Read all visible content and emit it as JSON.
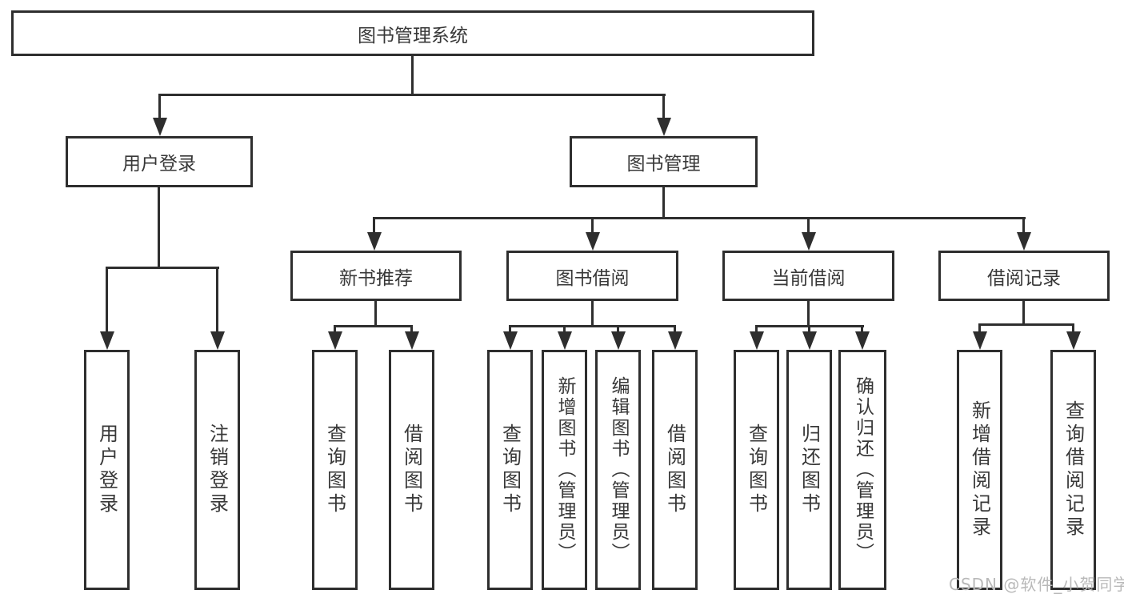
{
  "tree": {
    "label": "图书管理系统",
    "children": [
      {
        "label": "用户登录",
        "children": [
          {
            "label": "用户登录"
          },
          {
            "label": "注销登录"
          }
        ]
      },
      {
        "label": "图书管理",
        "children": [
          {
            "label": "新书推荐",
            "children": [
              {
                "label": "查询图书"
              },
              {
                "label": "借阅图书"
              }
            ]
          },
          {
            "label": "图书借阅",
            "children": [
              {
                "label": "查询图书"
              },
              {
                "label": "新增图书（管理员）"
              },
              {
                "label": "编辑图书（管理员）"
              },
              {
                "label": "借阅图书"
              }
            ]
          },
          {
            "label": "当前借阅",
            "children": [
              {
                "label": "查询图书"
              },
              {
                "label": "归还图书"
              },
              {
                "label": "确认归还（管理员）"
              }
            ]
          },
          {
            "label": "借阅记录",
            "children": [
              {
                "label": "新增借阅记录"
              },
              {
                "label": "查询借阅记录"
              }
            ]
          }
        ]
      }
    ]
  },
  "watermark": {
    "text": "CSDN @软件_小贺同学"
  },
  "colors": {
    "line": "#2e2e2e",
    "text": "#383838",
    "background": "#ffffff",
    "watermark": "#b9b9b9"
  }
}
